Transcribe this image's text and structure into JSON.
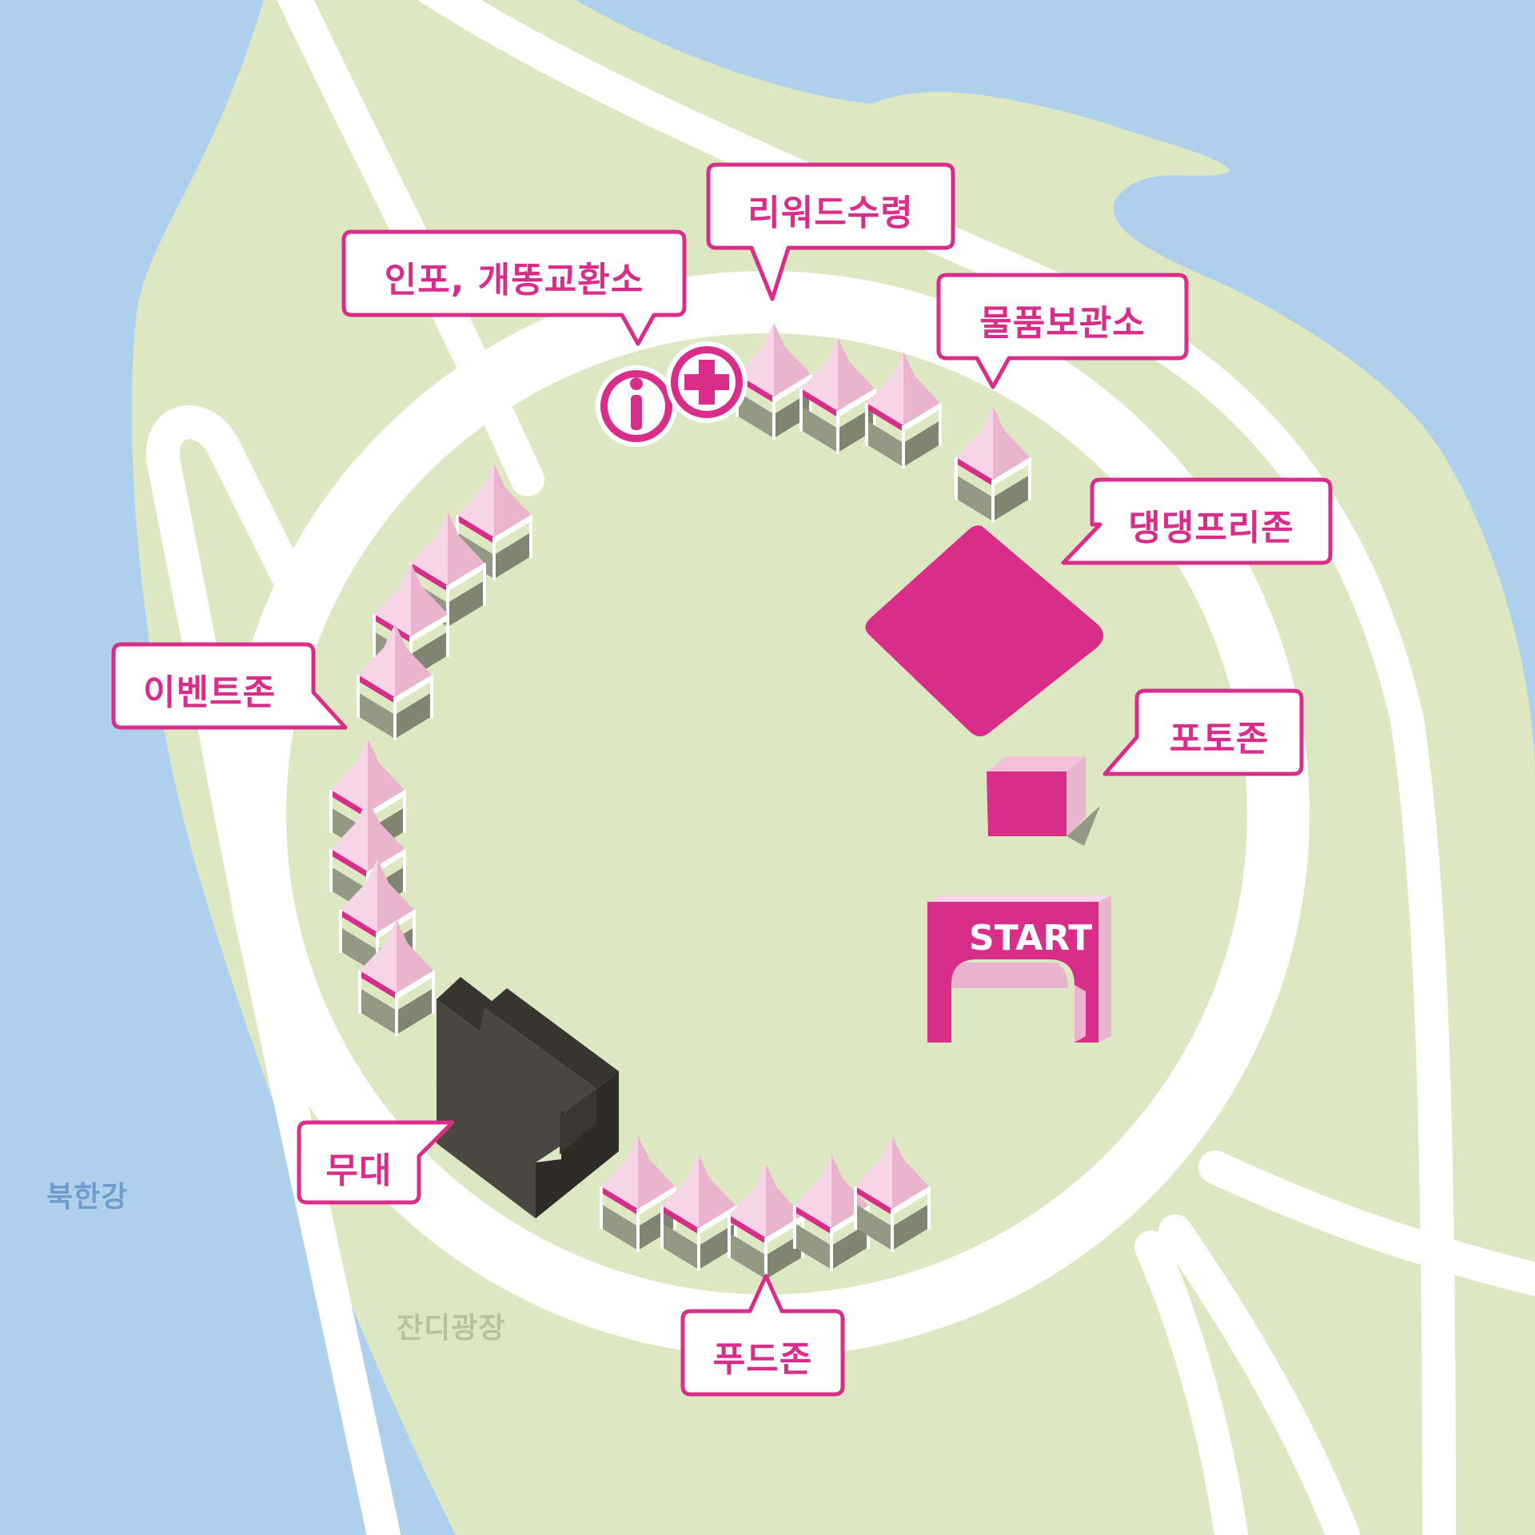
{
  "colors": {
    "water": "#aed0ec",
    "grass": "#dde8c2",
    "road": "#ffffff",
    "accent": "#d92d8a",
    "tent_roof": "#f2c0d8",
    "tent_shadow": "#939984",
    "stage": "#4a4642"
  },
  "places": {
    "river": "북한강",
    "lawn_plaza": "잔디광장"
  },
  "callouts": {
    "info": "인포, 개똥교환소",
    "reward": "리워드수령",
    "storage": "물품보관소",
    "dog_free": "댕댕프리존",
    "event": "이벤트존",
    "photo": "포토존",
    "stage": "무대",
    "food": "푸드존"
  },
  "gate": {
    "label": "START"
  },
  "icons": {
    "info": "info-icon",
    "first_aid": "first-aid-cross-icon"
  }
}
